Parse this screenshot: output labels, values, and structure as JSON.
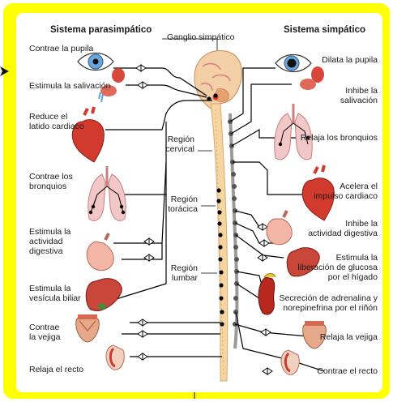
{
  "titles": {
    "parasympathetic": "Sistema parasimpático",
    "sympathetic": "Sistema simpático",
    "ganglion": "Ganglio simpático"
  },
  "regions": {
    "cervical": [
      "Región",
      "cervical"
    ],
    "thoracic": [
      "Región",
      "torácica"
    ],
    "lumbar": [
      "Región",
      "lumbar"
    ]
  },
  "parasympathetic_effects": [
    [
      "Contrae la pupila"
    ],
    [
      "Estimula la salivación"
    ],
    [
      "Reduce el",
      "latido cardiaco"
    ],
    [
      "Contrae los",
      "bronquios"
    ],
    [
      "Estimula la",
      "actividad",
      "digestiva"
    ],
    [
      "Estimula la",
      "vesícula biliar"
    ],
    [
      "Contrae",
      "la vejiga"
    ],
    [
      "Relaja el recto"
    ]
  ],
  "sympathetic_effects": [
    [
      "Dilata la pupila"
    ],
    [
      "Inhibe la",
      "salivación"
    ],
    [
      "Relaja los bronquios"
    ],
    [
      "Acelera el",
      "impulso cardiaco"
    ],
    [
      "Inhibe la",
      "actividad digestiva"
    ],
    [
      "Estimula la",
      "liberación de glucosa",
      "por el hígado"
    ],
    [
      "Secreción de adrenalina y",
      "norepinefrina por el riñón"
    ],
    [
      "Relaja la vejiga"
    ],
    [
      "Contrae el recto"
    ]
  ],
  "organ_icons": {
    "left": [
      "eye-icon",
      "salivary-gland-icon",
      "heart-icon",
      "lungs-icon",
      "stomach-icon",
      "gallbladder-liver-icon",
      "bladder-icon",
      "rectum-icon"
    ],
    "right": [
      "eye-icon",
      "salivary-gland-icon",
      "lungs-icon",
      "heart-icon",
      "stomach-icon",
      "liver-icon",
      "kidney-adrenal-icon",
      "bladder-icon",
      "rectum-icon"
    ]
  },
  "colors": {
    "frame": "#ffff00",
    "spinal_cord": "#f6d6a0",
    "sympathetic_chain": "#9a9a9a",
    "nerve": "#000000",
    "organ": "#d13a2c"
  }
}
